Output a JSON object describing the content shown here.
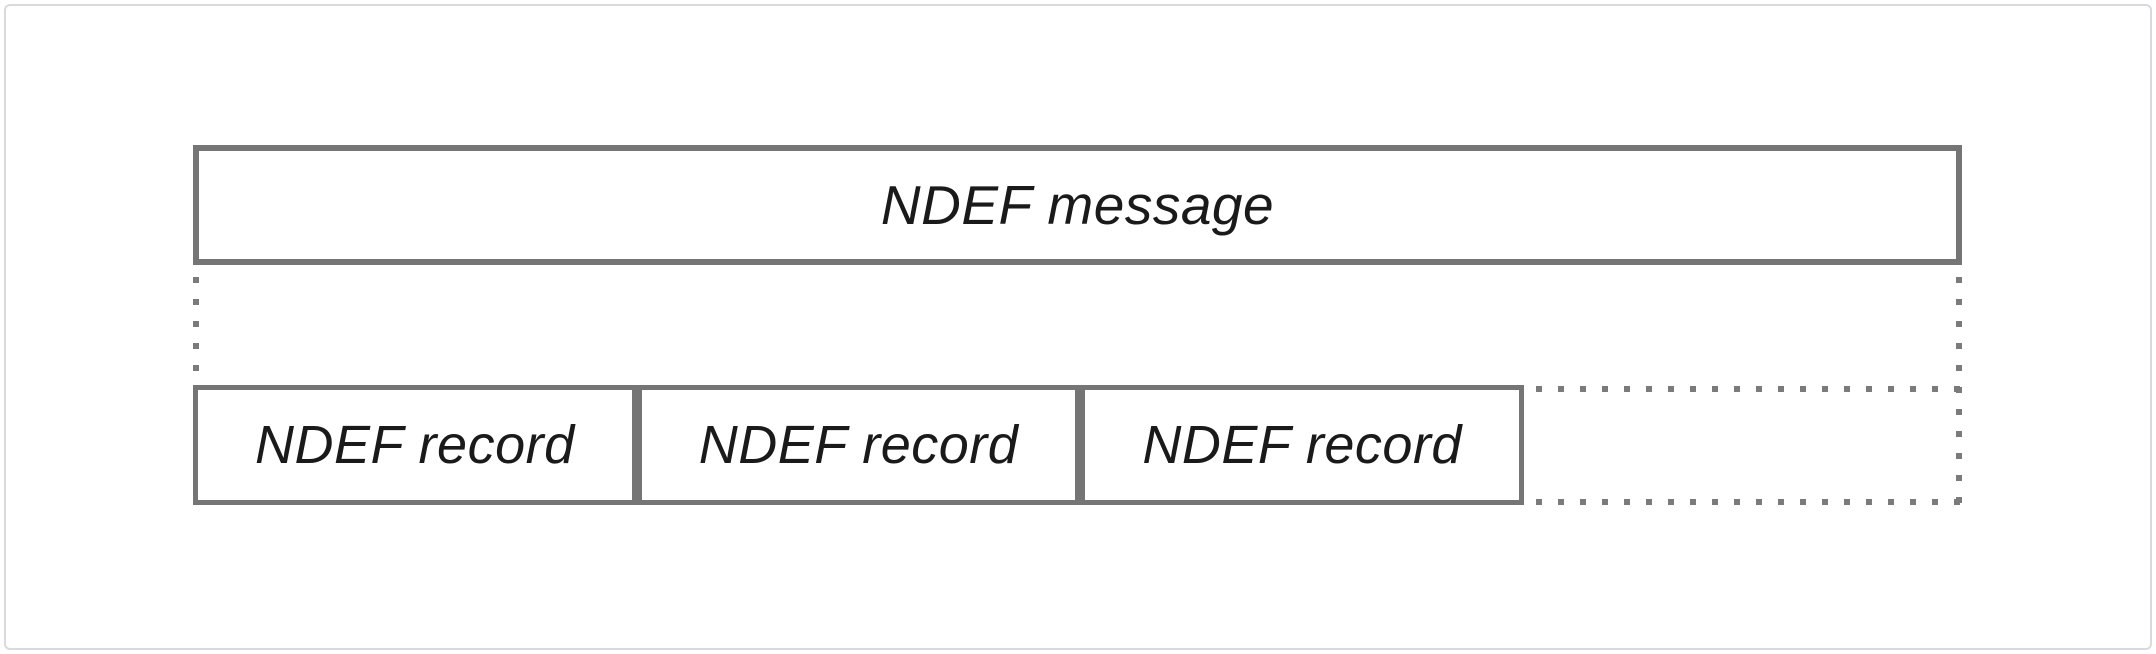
{
  "diagram": {
    "message_box": {
      "label": "NDEF message"
    },
    "record_boxes": [
      {
        "label": "NDEF record"
      },
      {
        "label": "NDEF record"
      },
      {
        "label": "NDEF record"
      }
    ]
  },
  "theme": {
    "canvas-bg": "#ffffff",
    "frame-border": "#d9dadd",
    "box-border": "#757575",
    "dotted-line": "#7b7b7b",
    "label-text": "#1a1a1a"
  }
}
